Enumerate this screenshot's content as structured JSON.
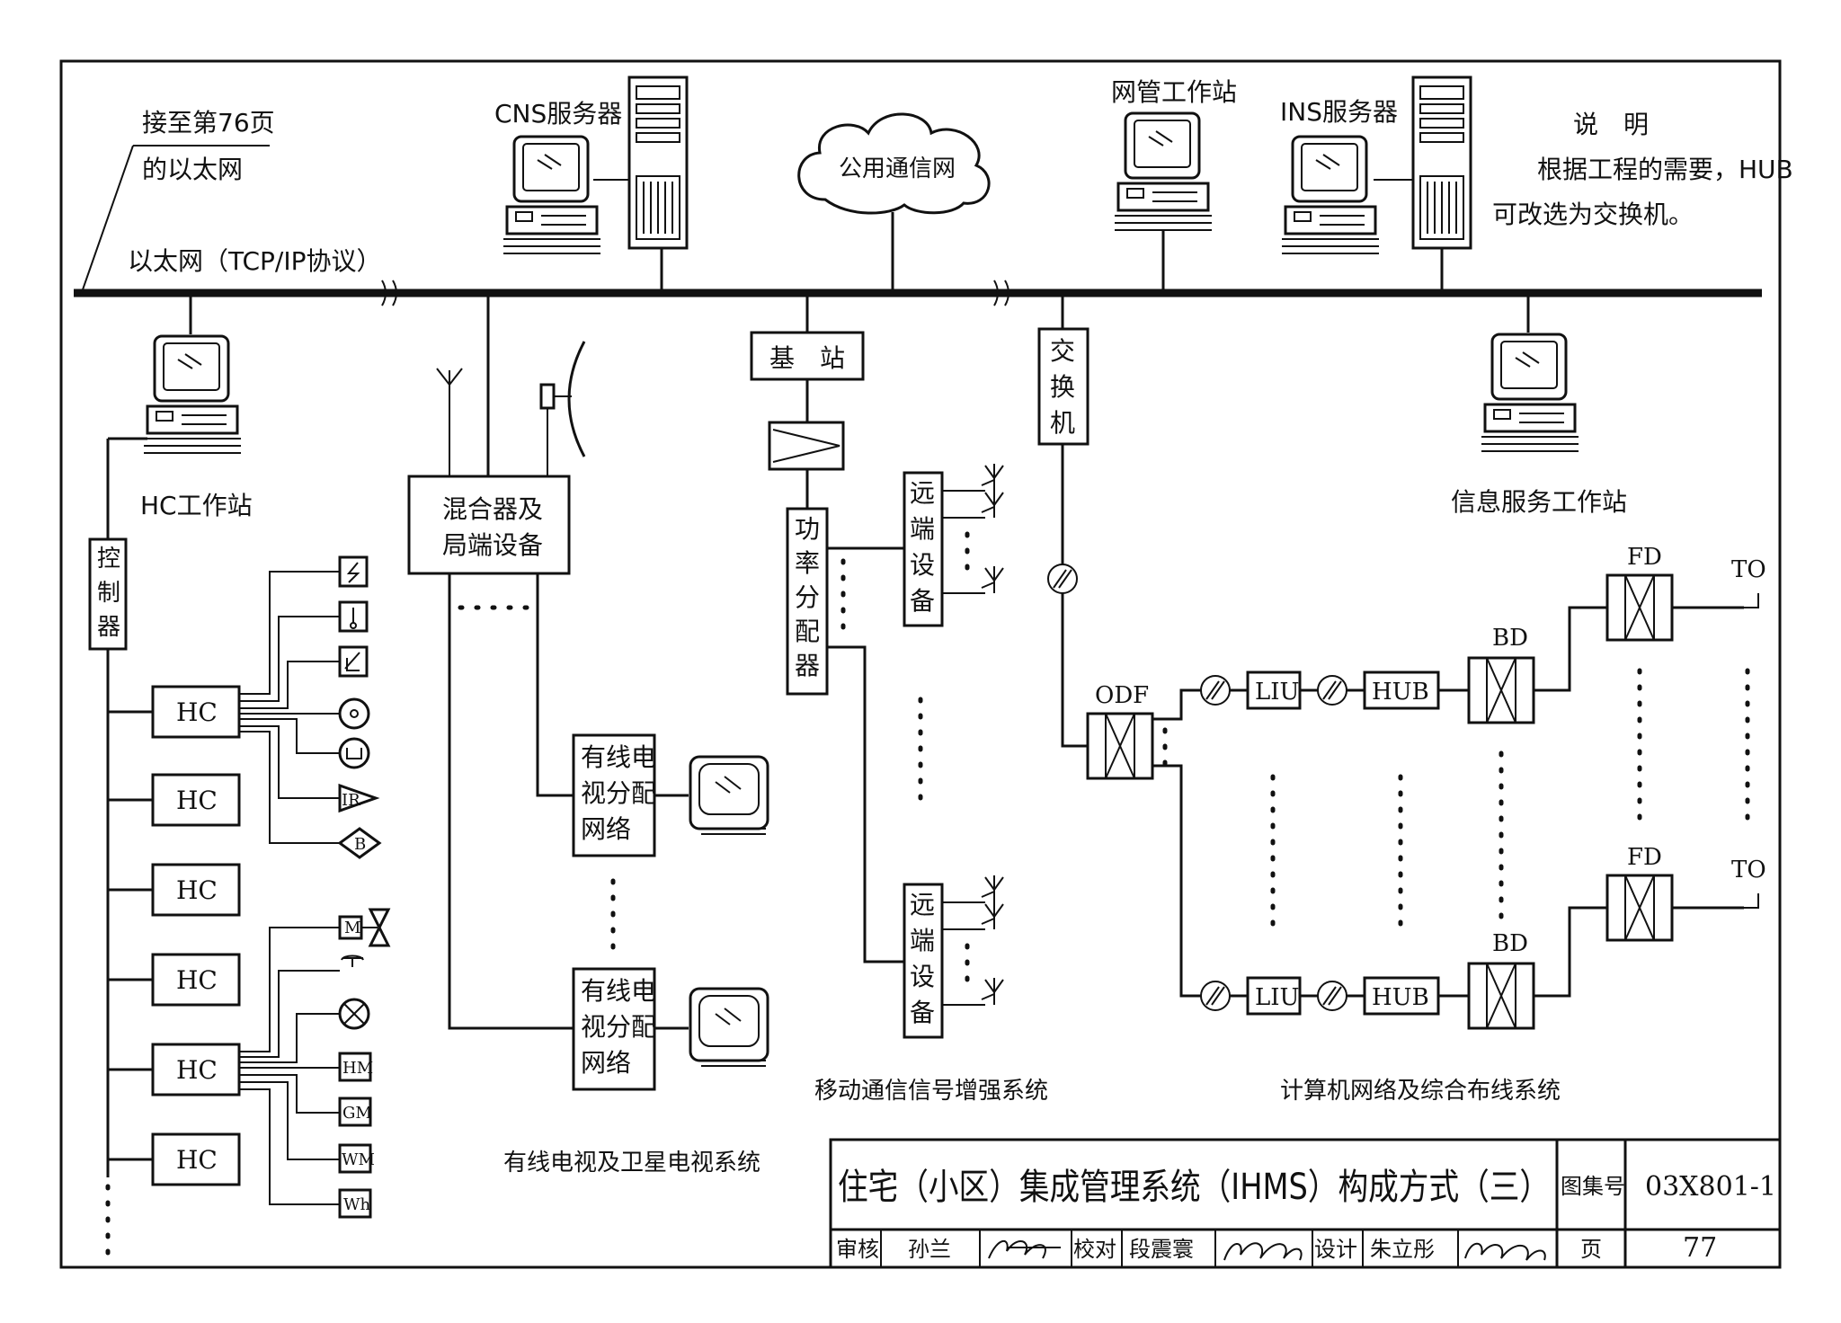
{
  "labels": {
    "ethernet_ref_line1": "接至第76页",
    "ethernet_ref_line2": "的以太网",
    "ethernet_bus": "以太网（TCP/IP协议）",
    "cns_server": "CNS服务器",
    "public_network": "公用通信网",
    "nms_workstation": "网管工作站",
    "ins_server": "INS服务器",
    "hc_workstation": "HC工作站",
    "info_service_workstation": "信息服务工作站",
    "controller": "控制器",
    "mixer_line1": "混合器及",
    "mixer_line2": "局端设备",
    "base_station": "基　站",
    "switch": "交换机",
    "power_divider": "功率分配器",
    "remote_device": "远端设备",
    "catv_net_line1": "有线电",
    "catv_net_line2": "视分配",
    "catv_net_line3": "网络",
    "odf": "ODF",
    "liu": "LIU",
    "hub": "HUB",
    "bd": "BD",
    "fd": "FD",
    "to": "TO",
    "hc": "HC"
  },
  "note": {
    "title": "说　明",
    "line1": "根据工程的需要，HUB",
    "line2": "可改选为交换机。"
  },
  "sensors": [
    "IR",
    "B",
    "M",
    "HM",
    "GM",
    "WM",
    "Wh"
  ],
  "captions": {
    "mobile": "移动通信信号增强系统",
    "computer": "计算机网络及综合布线系统",
    "catv": "有线电视及卫星电视系统"
  },
  "title_block": {
    "title": "住宅（小区）集成管理系统（IHMS）构成方式（三）",
    "atlas_label": "图集号",
    "atlas_no": "03X801-1",
    "review_label": "审核",
    "reviewer": "孙兰",
    "check_label": "校对",
    "checker": "段震寰",
    "design_label": "设计",
    "designer": "朱立彤",
    "page_label": "页",
    "page_no": "77"
  }
}
